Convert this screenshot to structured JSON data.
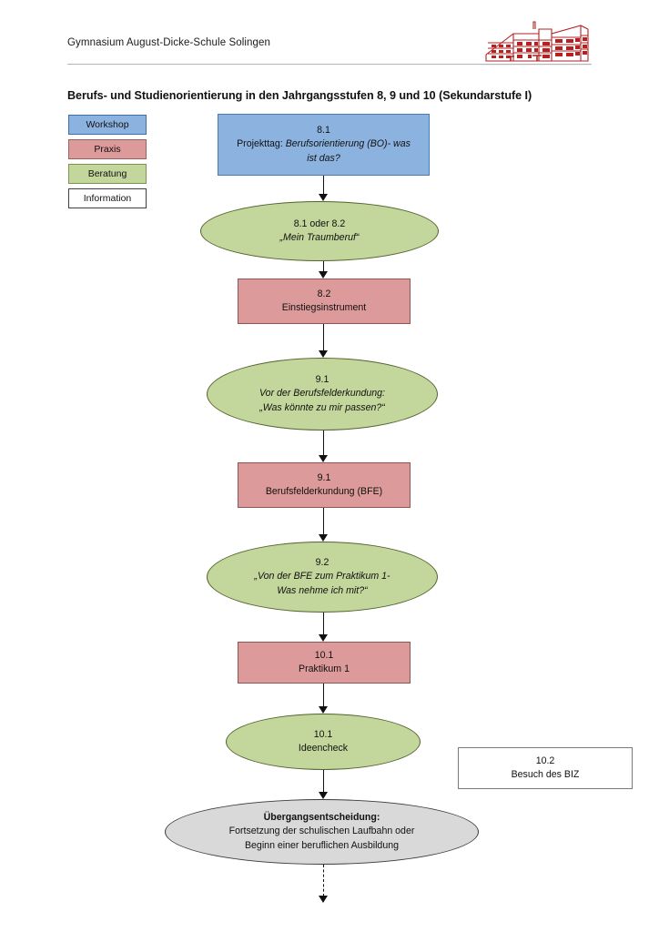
{
  "header": {
    "school_name": "Gymnasium August-Dicke-Schule Solingen",
    "logo_icon": "school-building-icon",
    "logo_color": "#b22222",
    "title": "Berufs- und Studienorientierung in den Jahrgangsstufen 8, 9 und 10 (Sekundarstufe I)"
  },
  "legend": {
    "items": [
      {
        "label": "Workshop",
        "color": "#8cb3e0",
        "key": "workshop"
      },
      {
        "label": "Praxis",
        "color": "#dd9a9a",
        "key": "praxis"
      },
      {
        "label": "Beratung",
        "color": "#c3d69b",
        "key": "beratung"
      },
      {
        "label": "Information",
        "color": "#ffffff",
        "key": "information"
      }
    ]
  },
  "flow": {
    "nodes": [
      {
        "id": "n1",
        "shape": "rect",
        "category": "workshop",
        "color": "#8cb3e0",
        "lines": [
          {
            "text": "8.1",
            "style": "normal"
          },
          {
            "text": "Projekttag: Berufsorientierung (BO)- was",
            "style": "mixed"
          },
          {
            "text": "ist das?",
            "style": "italic"
          }
        ]
      },
      {
        "id": "n2",
        "shape": "ellipse",
        "category": "beratung",
        "color": "#c3d69b",
        "lines": [
          {
            "text": "8.1 oder 8.2",
            "style": "normal"
          },
          {
            "text": "„Mein Traumberuf“",
            "style": "italic"
          }
        ]
      },
      {
        "id": "n3",
        "shape": "rect",
        "category": "praxis",
        "color": "#dd9a9a",
        "lines": [
          {
            "text": "8.2",
            "style": "normal"
          },
          {
            "text": "Einstiegsinstrument",
            "style": "normal"
          }
        ]
      },
      {
        "id": "n4",
        "shape": "ellipse",
        "category": "beratung",
        "color": "#c3d69b",
        "lines": [
          {
            "text": "9.1",
            "style": "normal"
          },
          {
            "text": "Vor der Berufsfelderkundung:",
            "style": "italic"
          },
          {
            "text": "„Was könnte zu mir passen?“",
            "style": "italic"
          }
        ]
      },
      {
        "id": "n5",
        "shape": "rect",
        "category": "praxis",
        "color": "#dd9a9a",
        "lines": [
          {
            "text": "9.1",
            "style": "normal"
          },
          {
            "text": "Berufsfelderkundung (BFE)",
            "style": "normal"
          }
        ]
      },
      {
        "id": "n6",
        "shape": "ellipse",
        "category": "beratung",
        "color": "#c3d69b",
        "lines": [
          {
            "text": "9.2",
            "style": "normal"
          },
          {
            "text": "„Von der BFE zum Praktikum 1-",
            "style": "italic"
          },
          {
            "text": "Was nehme ich mit?“",
            "style": "italic"
          }
        ]
      },
      {
        "id": "n7",
        "shape": "rect",
        "category": "praxis",
        "color": "#dd9a9a",
        "lines": [
          {
            "text": "10.1",
            "style": "normal"
          },
          {
            "text": "Praktikum 1",
            "style": "normal"
          }
        ]
      },
      {
        "id": "n8",
        "shape": "ellipse",
        "category": "beratung",
        "color": "#c3d69b",
        "lines": [
          {
            "text": "10.1",
            "style": "normal"
          },
          {
            "text": "Ideencheck",
            "style": "normal"
          }
        ]
      },
      {
        "id": "n9",
        "shape": "ellipse",
        "category": "decision",
        "color": "#d9d9d9",
        "lines": [
          {
            "text": "Übergangsentscheidung:",
            "style": "bold"
          },
          {
            "text": "Fortsetzung der schulischen Laufbahn oder",
            "style": "normal"
          },
          {
            "text": "Beginn einer beruflichen Ausbildung",
            "style": "normal"
          }
        ]
      }
    ],
    "side_node": {
      "id": "s1",
      "shape": "rect",
      "category": "information",
      "color": "#ffffff",
      "lines": [
        {
          "text": "10.2",
          "style": "normal"
        },
        {
          "text": "Besuch des BIZ",
          "style": "normal"
        }
      ]
    }
  },
  "node_text": {
    "n1_l1": "8.1",
    "n1_l2a": "Projekttag: ",
    "n1_l2b": "Berufsorientierung (BO)- was",
    "n1_l3": "ist das?",
    "n2_l1": "8.1 oder 8.2",
    "n2_l2": "„Mein Traumberuf“",
    "n3_l1": "8.2",
    "n3_l2": "Einstiegsinstrument",
    "n4_l1": "9.1",
    "n4_l2": "Vor der Berufsfelderkundung:",
    "n4_l3": "„Was könnte zu mir passen?“",
    "n5_l1": "9.1",
    "n5_l2": "Berufsfelderkundung (BFE)",
    "n6_l1": "9.2",
    "n6_l2": "„Von der BFE zum Praktikum 1-",
    "n6_l3": "Was nehme ich mit?“",
    "n7_l1": "10.1",
    "n7_l2": "Praktikum 1",
    "n8_l1": "10.1",
    "n8_l2": "Ideencheck",
    "n9_l1": "Übergangsentscheidung:",
    "n9_l2": "Fortsetzung der schulischen Laufbahn oder",
    "n9_l3": "Beginn einer beruflichen Ausbildung",
    "s1_l1": "10.2",
    "s1_l2": "Besuch des BIZ"
  }
}
